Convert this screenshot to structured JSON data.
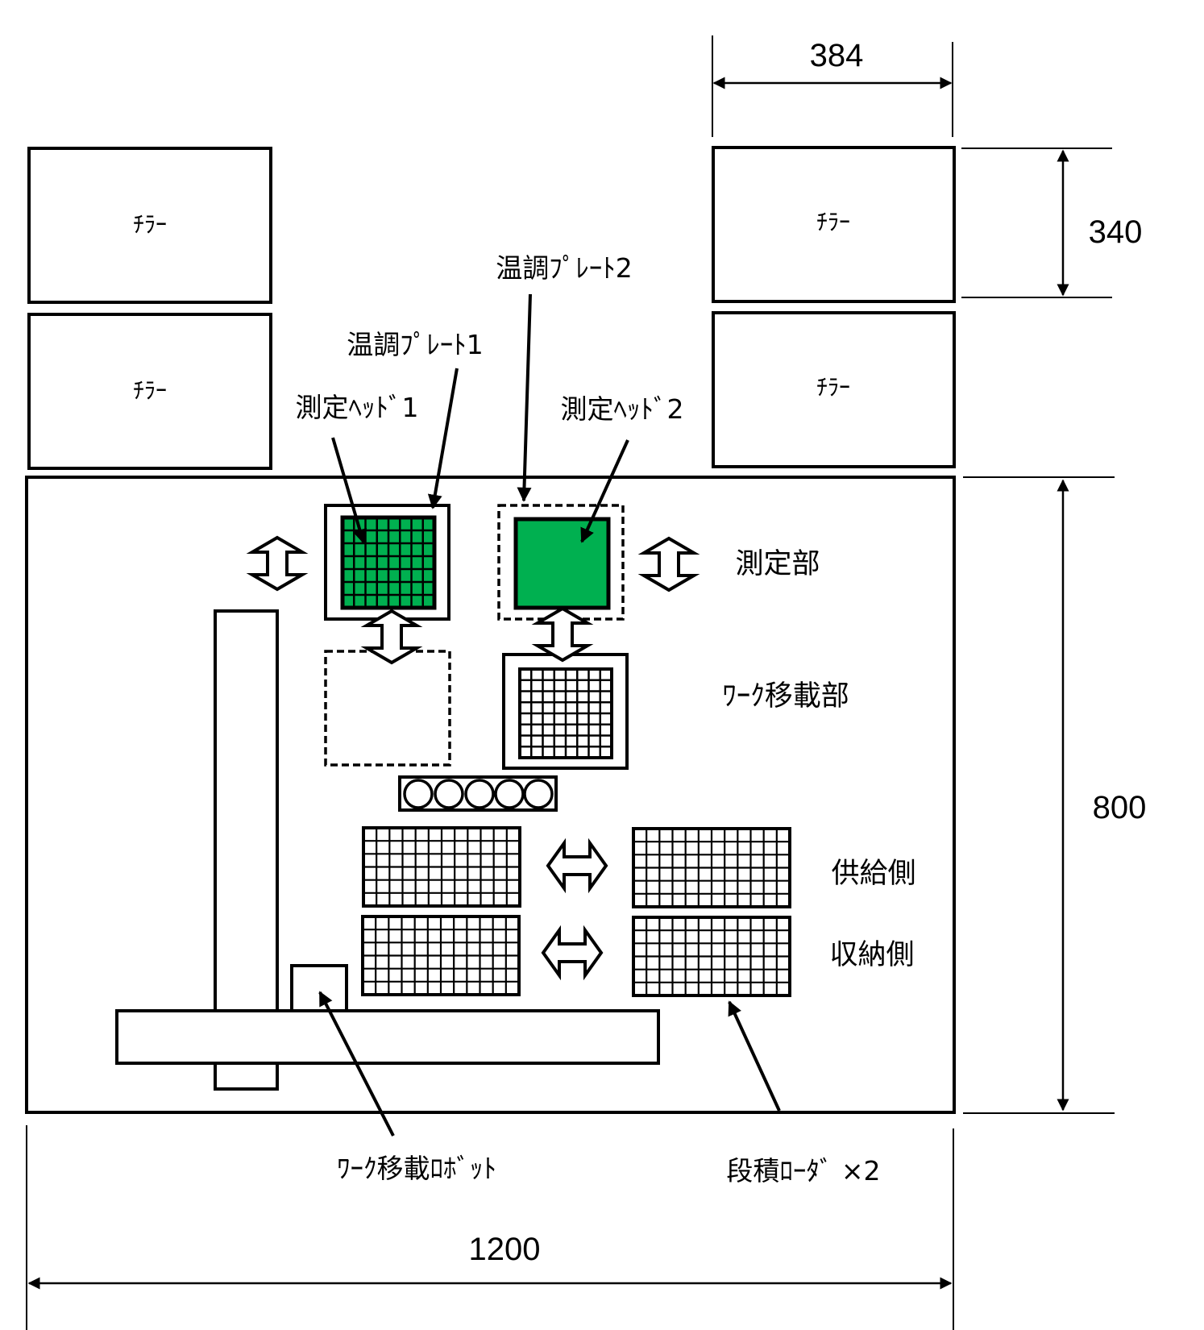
{
  "dimensions": {
    "width_384": "384",
    "height_340": "340",
    "height_800": "800",
    "width_1200": "1200"
  },
  "chillers": {
    "label": "ﾁﾗｰ"
  },
  "labels": {
    "temp_plate_1": "温調ﾌﾟﾚｰﾄ1",
    "temp_plate_2": "温調ﾌﾟﾚｰﾄ2",
    "measure_head_1": "測定ﾍｯﾄﾞ1",
    "measure_head_2": "測定ﾍｯﾄﾞ2",
    "measurement_section": "測定部",
    "work_transfer_section": "ﾜｰｸ移載部",
    "supply_side": "供給側",
    "storage_side": "収納側",
    "work_transfer_robot": "ﾜｰｸ移載ﾛﾎﾞｯﾄ",
    "stack_loader": "段積ﾛｰﾀﾞ ×2"
  },
  "colors": {
    "plate_green": "#00b050",
    "line": "#000000",
    "background": "#ffffff"
  }
}
